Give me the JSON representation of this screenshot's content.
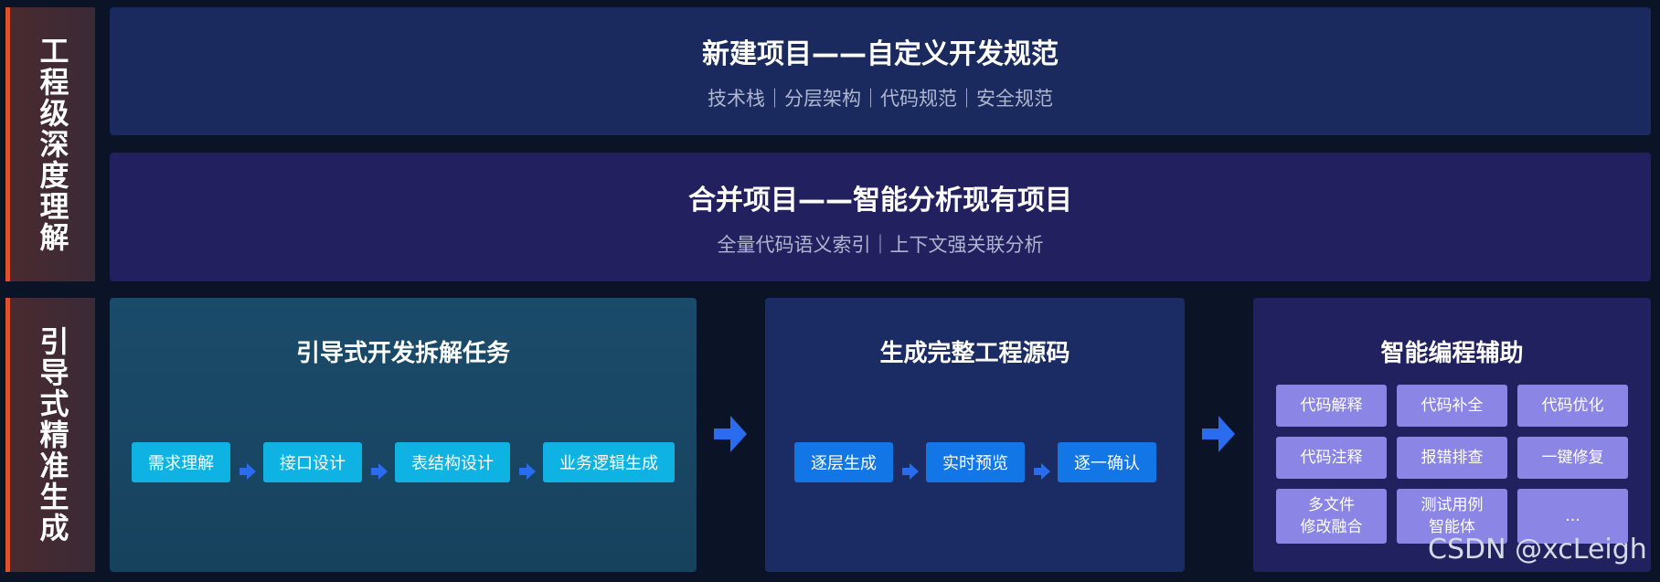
{
  "side": {
    "top_label": "工程级深度理解",
    "bottom_label": "引导式精准生成"
  },
  "banners": [
    {
      "title": "新建项目——自定义开发规范",
      "subtitle": "技术栈｜分层架构｜代码规范｜安全规范"
    },
    {
      "title": "合并项目——智能分析现有项目",
      "subtitle": "全量代码语义索引｜上下文强关联分析"
    }
  ],
  "panels": {
    "guided": {
      "title": "引导式开发拆解任务",
      "steps": [
        "需求理解",
        "接口设计",
        "表结构设计",
        "业务逻辑生成"
      ]
    },
    "generate": {
      "title": "生成完整工程源码",
      "steps": [
        "逐层生成",
        "实时预览",
        "逐一确认"
      ]
    },
    "assist": {
      "title": "智能编程辅助",
      "items": [
        "代码解释",
        "代码补全",
        "代码优化",
        "代码注释",
        "报错排查",
        "一键修复",
        "多文件\n修改融合",
        "测试用例\n智能体",
        "..."
      ]
    }
  },
  "watermark": "CSDN @xcLeigh",
  "colors": {
    "accent": "#e0502a",
    "chip_cyan": "#0fb3e3",
    "chip_blue": "#1376e6",
    "chip_purple": "#8b86e6",
    "arrow": "#2a6cf0"
  }
}
